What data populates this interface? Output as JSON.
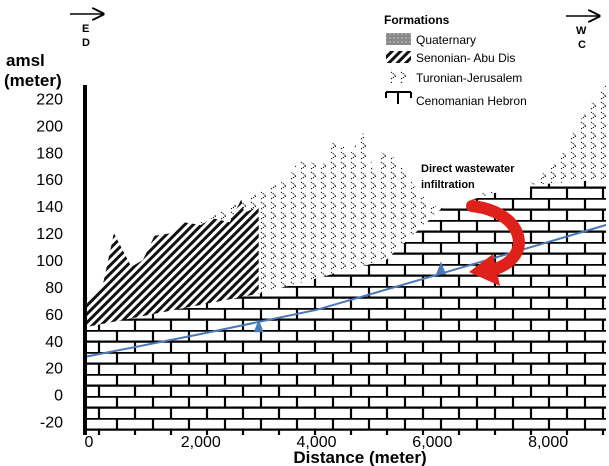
{
  "chart_data": {
    "type": "area",
    "y_title_line1": "amsl",
    "y_title_line2": "(meter)",
    "xlabel": "Distance (meter)",
    "xlim": [
      0,
      9000
    ],
    "ylim": [
      -30,
      230
    ],
    "y_ticks": [
      "220",
      "200",
      "180",
      "160",
      "140",
      "120",
      "100",
      "80",
      "60",
      "40",
      "20",
      "0",
      "-20"
    ],
    "x_ticks": [
      "0",
      "2,000",
      "4,000",
      "6,000",
      "8,000"
    ],
    "x_tick_values": [
      0,
      2000,
      4000,
      6000,
      8000
    ],
    "y_tick_values": [
      220,
      200,
      180,
      160,
      140,
      120,
      100,
      80,
      60,
      40,
      20,
      0,
      -20
    ],
    "orientation": {
      "left_top": "E",
      "left_bottom": "D",
      "right_top": "W",
      "right_bottom": "C"
    },
    "legend": {
      "title": "Formations",
      "items": [
        {
          "label": "Quaternary",
          "pattern": "dotted-gray"
        },
        {
          "label": "Senonian- Abu Dis",
          "pattern": "diagonal-hatch"
        },
        {
          "label": "Turonian-Jerusalem",
          "pattern": "chevron"
        },
        {
          "label": "Cenomanian Hebron",
          "pattern": "brick"
        }
      ]
    },
    "annotation_line1": "Direct wastewater",
    "annotation_line2": "infiltration",
    "colors": {
      "water_table": "#4a78b8",
      "arrow": "#e0201a",
      "axis": "#000000"
    },
    "water_table": [
      [
        0,
        28
      ],
      [
        2000,
        45
      ],
      [
        4000,
        63
      ],
      [
        6000,
        88
      ],
      [
        9000,
        126
      ]
    ],
    "water_level_markers": [
      [
        3000,
        50
      ],
      [
        6150,
        93
      ]
    ],
    "senonian_top": [
      [
        0,
        70
      ],
      [
        300,
        80
      ],
      [
        500,
        120
      ],
      [
        800,
        95
      ],
      [
        1000,
        100
      ],
      [
        1200,
        118
      ],
      [
        1500,
        120
      ],
      [
        1700,
        128
      ],
      [
        2000,
        126
      ],
      [
        2200,
        131
      ],
      [
        2500,
        128
      ],
      [
        2700,
        145
      ],
      [
        2750,
        135
      ],
      [
        3000,
        140
      ]
    ],
    "turonian_top": [
      [
        0,
        70
      ],
      [
        1000,
        100
      ],
      [
        2000,
        128
      ],
      [
        3000,
        150
      ],
      [
        3500,
        160
      ],
      [
        3700,
        175
      ],
      [
        4100,
        170
      ],
      [
        4300,
        190
      ],
      [
        4600,
        180
      ],
      [
        4800,
        195
      ],
      [
        5000,
        165
      ],
      [
        5100,
        180
      ],
      [
        5400,
        175
      ],
      [
        5600,
        160
      ],
      [
        5800,
        150
      ],
      [
        6000,
        140
      ],
      [
        6600,
        140
      ],
      [
        7000,
        155
      ],
      [
        7300,
        145
      ],
      [
        7800,
        160
      ],
      [
        8200,
        175
      ],
      [
        8500,
        200
      ],
      [
        8800,
        220
      ],
      [
        9000,
        230
      ]
    ],
    "cenomanian_top": [
      [
        0,
        50
      ],
      [
        3000,
        75
      ],
      [
        5200,
        100
      ],
      [
        6200,
        140
      ],
      [
        6700,
        145
      ],
      [
        7500,
        155
      ],
      [
        9000,
        160
      ]
    ]
  }
}
